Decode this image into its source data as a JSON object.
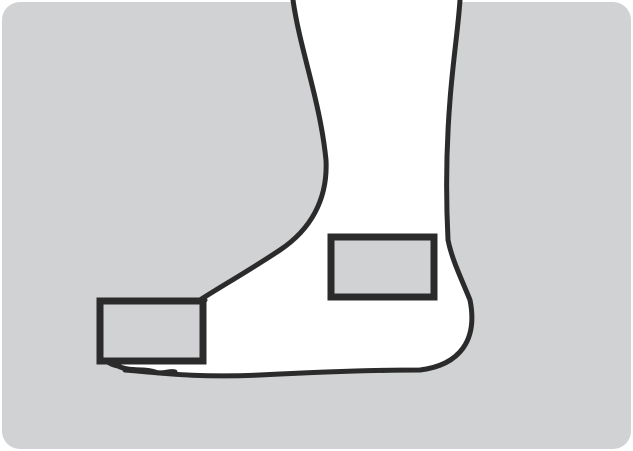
{
  "figure": {
    "subject": "foot-side-view",
    "colors": {
      "background_panel": "#d1d2d4",
      "limb_fill": "#ffffff",
      "outline": "#2b2b2b",
      "pad_fill": "#d1d2d4",
      "page": "#ffffff"
    },
    "pads": [
      {
        "name": "ankle-pad",
        "location": "ankle"
      },
      {
        "name": "toe-pad",
        "location": "toes"
      }
    ]
  }
}
